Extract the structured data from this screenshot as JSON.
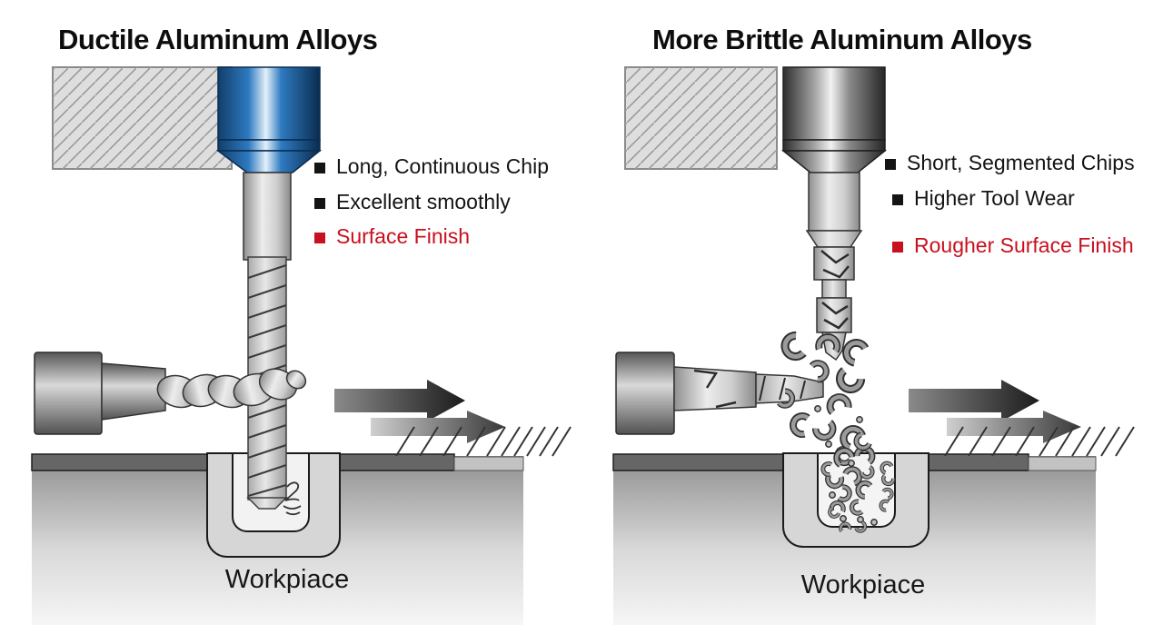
{
  "colors": {
    "emphasis_red": "#c8101e",
    "text_black": "#141414",
    "holder_blue": "#2e7ac0",
    "metal_gray": "#9b9b9b"
  },
  "panels": [
    {
      "id": "left",
      "title": "Ductile Aluminum Alloys",
      "bullets": [
        {
          "label": "Long, Continuous Chip",
          "color": "#141414"
        },
        {
          "label": "Excellent smoothly",
          "color": "#141414"
        },
        {
          "label": "Surface Finish",
          "color": "#c8101e"
        }
      ],
      "workpiece_label": "Workpiace"
    },
    {
      "id": "right",
      "title": "More Brittle Aluminum Alloys",
      "bullets": [
        {
          "label": "Short, Segmented Chips",
          "color": "#141414"
        },
        {
          "label": "Higher Tool Wear",
          "color": "#141414"
        },
        {
          "label": "Rougher Surface Finish",
          "color": "#c8101e"
        }
      ],
      "workpiece_label": "Workpiace"
    }
  ]
}
